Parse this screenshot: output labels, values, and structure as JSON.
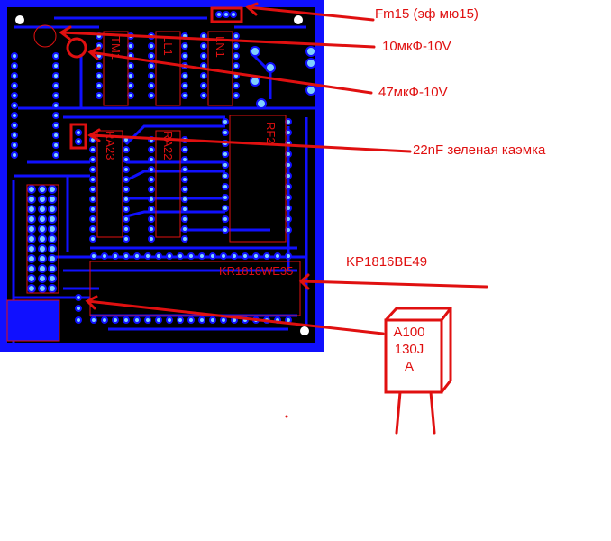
{
  "board": {
    "chips": [
      {
        "label": "TM1"
      },
      {
        "label": "LL1"
      },
      {
        "label": "LN1"
      },
      {
        "label": "RA23"
      },
      {
        "label": "RA22"
      },
      {
        "label": "RF2"
      },
      {
        "label": "KR1816WE35"
      }
    ]
  },
  "annotations": [
    {
      "text": "Fm15 (эф мю15)"
    },
    {
      "text": "10мкФ-10V"
    },
    {
      "text": "47мкФ-10V"
    },
    {
      "text": "22nF зеленая каэмка"
    },
    {
      "text": "KP1816BE49"
    }
  ],
  "component": {
    "line1": "A100",
    "line2": "130J",
    "line3": "A"
  },
  "colors": {
    "board": "#000000",
    "copper": "#1010ff",
    "silk": "#e01010",
    "annotation": "#e01010"
  }
}
